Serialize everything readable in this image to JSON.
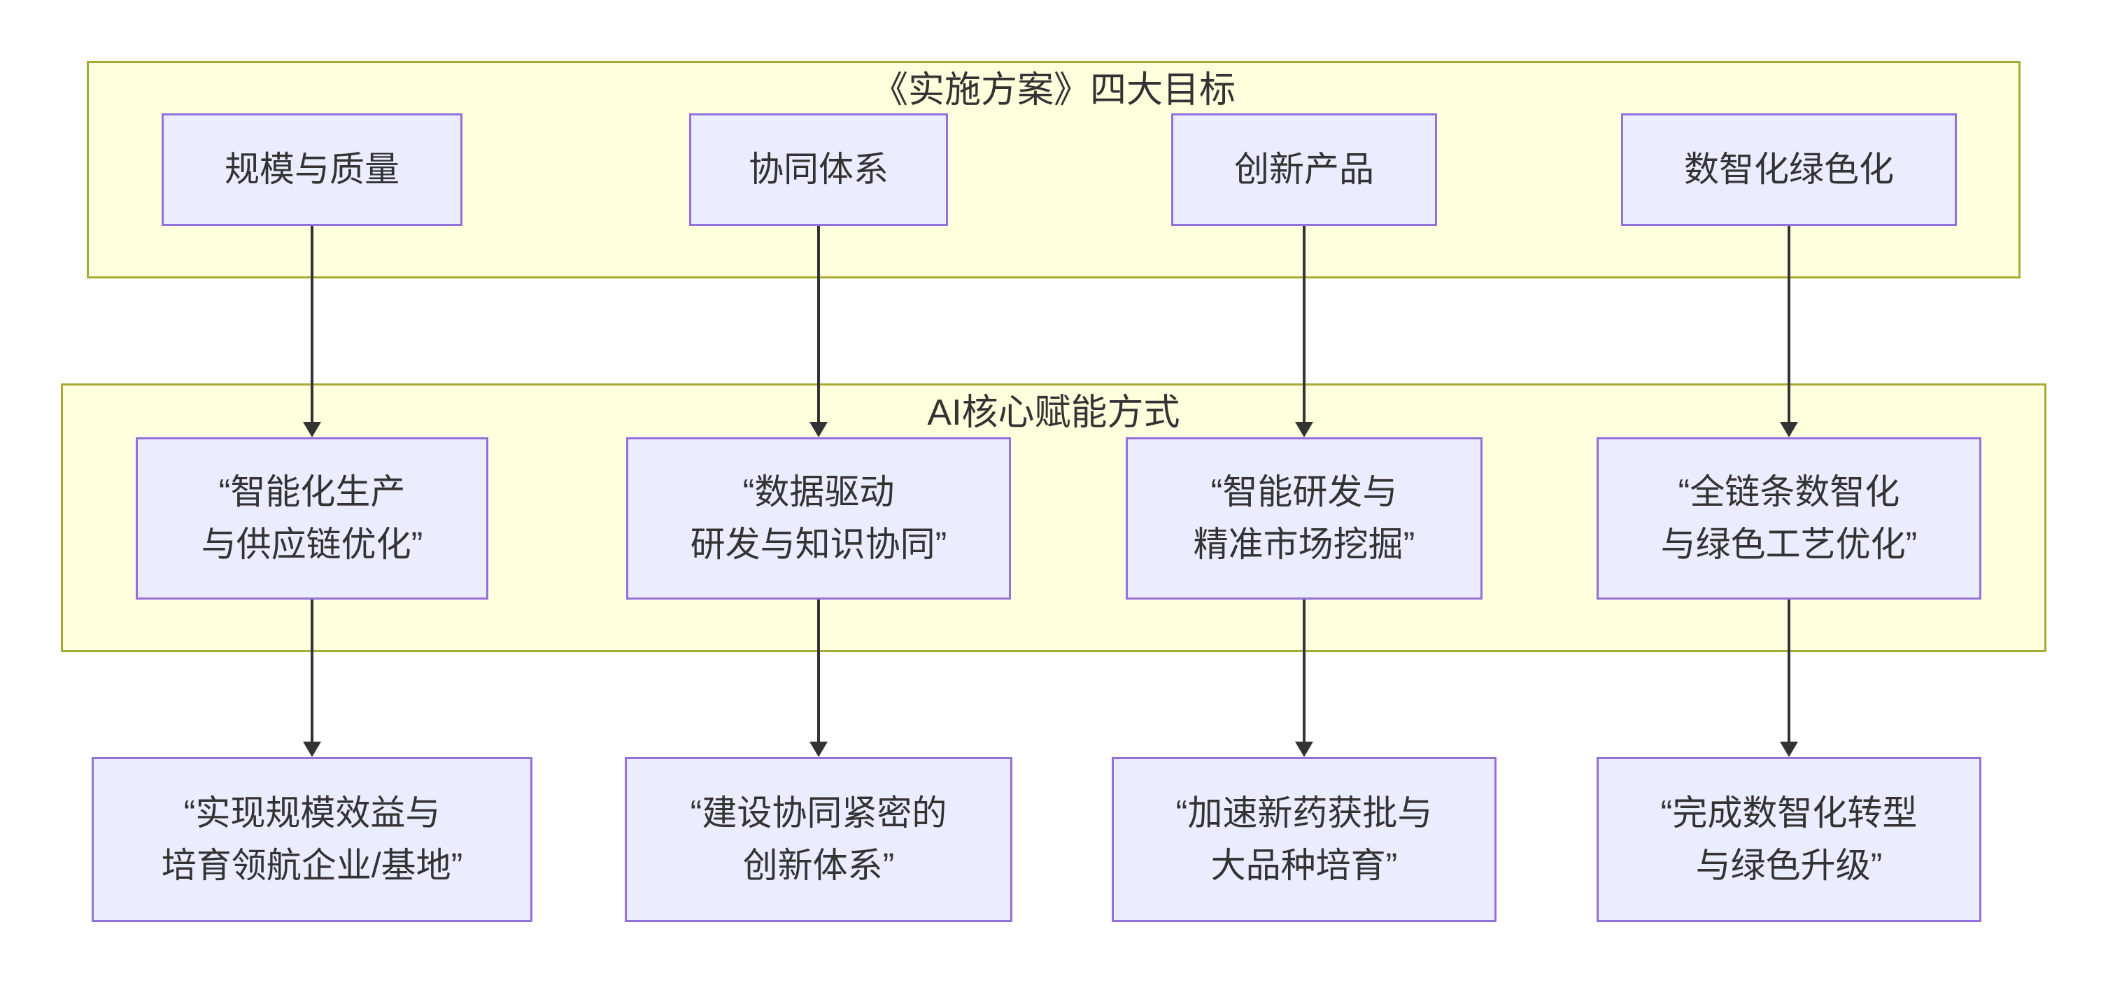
{
  "clusters": {
    "goals": {
      "title": "《实施方案》四大目标"
    },
    "ai": {
      "title": "AI核心赋能方式"
    }
  },
  "columns": [
    {
      "goal": "规模与质量",
      "ai_method": [
        "“智能化生产",
        "与供应链优化”"
      ],
      "outcome": [
        "“实现规模效益与",
        "培育领航企业/基地”"
      ]
    },
    {
      "goal": "协同体系",
      "ai_method": [
        "“数据驱动",
        "研发与知识协同”"
      ],
      "outcome": [
        "“建设协同紧密的",
        "创新体系”"
      ]
    },
    {
      "goal": "创新产品",
      "ai_method": [
        "“智能研发与",
        "精准市场挖掘”"
      ],
      "outcome": [
        "“加速新药获批与",
        "大品种培育”"
      ]
    },
    {
      "goal": "数智化绿色化",
      "ai_method": [
        "“全链条数智化",
        "与绿色工艺优化”"
      ],
      "outcome": [
        "“完成数智化转型",
        "与绿色升级”"
      ]
    }
  ],
  "colors": {
    "cluster-fill": "#ffffde",
    "cluster-border": "#aaaa33",
    "node-fill": "#ECECFF",
    "node-border": "#9370DB",
    "arrow": "#333333",
    "text": "#333333",
    "bg": "#ffffff"
  }
}
